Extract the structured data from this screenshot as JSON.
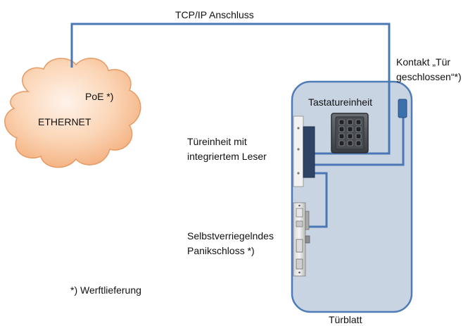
{
  "labels": {
    "connection": "TCP/IP Anschluss",
    "poe": "PoE *)",
    "cloud": "ETHERNET",
    "contact_line1": "Kontakt „Tür",
    "contact_line2": "geschlossen“*)",
    "keypad": "Tastatureinheit",
    "door_unit_line1": "Türeinheit mit",
    "door_unit_line2": "integriertem Leser",
    "lock_line1": "Selbstverriegelndes",
    "lock_line2": "Panikschloss *)",
    "footnote": "*) Werftlieferung",
    "door_leaf": "Türblatt"
  },
  "colors": {
    "wire": "#4a78b4",
    "door_fill": "#c9d4e3",
    "door_border": "#4f7cb6",
    "cloud_fill_light": "#fde3cf",
    "cloud_fill_dark": "#f6b98c",
    "cloud_border": "#e79a63",
    "reader": "#2e4466",
    "contact": "#3d6fad"
  }
}
